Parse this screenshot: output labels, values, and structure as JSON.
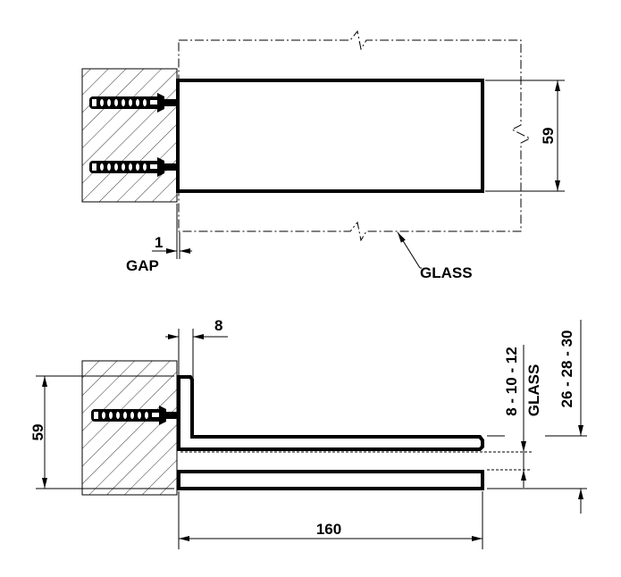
{
  "top_view": {
    "gap_value": "1",
    "gap_label": "GAP",
    "glass_label": "GLASS",
    "height_dim": "59"
  },
  "section_view": {
    "thickness_dim": "8",
    "height_dim": "59",
    "length_dim": "160",
    "glass_thickness_dim": "8 - 10 - 12",
    "glass_label": "GLASS",
    "overall_dim": "26 - 28 - 30"
  },
  "colors": {
    "line": "#000000",
    "background": "#ffffff"
  }
}
